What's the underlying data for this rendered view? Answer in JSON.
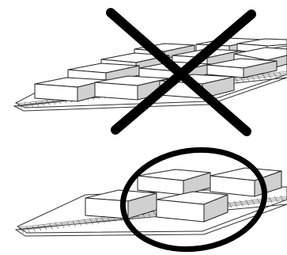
{
  "figure": {
    "panels": [
      {
        "name": "incorrect-arrangement",
        "mark": "cross",
        "mark_color": "#000000"
      },
      {
        "name": "correct-arrangement",
        "mark": "circle",
        "mark_color": "#000000"
      }
    ],
    "colors": {
      "background": "#ffffff",
      "line": "#222222",
      "block_side": "#d0d0d0"
    }
  }
}
